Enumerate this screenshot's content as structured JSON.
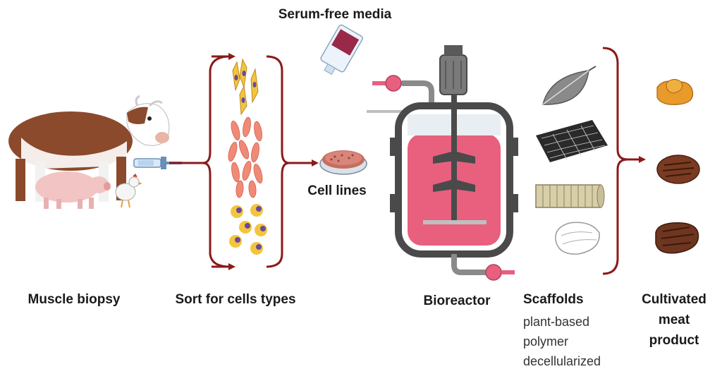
{
  "labels": {
    "serum": "Serum-free media",
    "cell_lines": "Cell lines",
    "muscle_biopsy": "Muscle biopsy",
    "sort": "Sort for cells types",
    "bioreactor": "Bioreactor",
    "scaffolds": "Scaffolds",
    "scaffold_types": [
      "plant-based",
      "polymer",
      "decellularized"
    ],
    "cultivated": [
      "Cultivated",
      "meat",
      "product"
    ]
  },
  "colors": {
    "arrow": "#8b1a1a",
    "media": "#e8607e",
    "reactor": "#4a4a4a",
    "cow_brown": "#8b4a2b",
    "pig": "#f2c4c4",
    "muscle_cell": "#f08a76",
    "stem_cell": "#f2c53d",
    "stem_nucleus": "#6a4a9a",
    "meat": "#7a3b22"
  },
  "icons": [
    "cow-icon",
    "pig-icon",
    "chicken-icon",
    "syringe-icon",
    "media-bottle-icon",
    "petri-dish-icon",
    "bioreactor-icon",
    "leaf-icon",
    "fiber-mesh-icon",
    "polymer-roll-icon",
    "tissue-icon",
    "nugget-icon",
    "patty-icon",
    "steak-icon"
  ]
}
